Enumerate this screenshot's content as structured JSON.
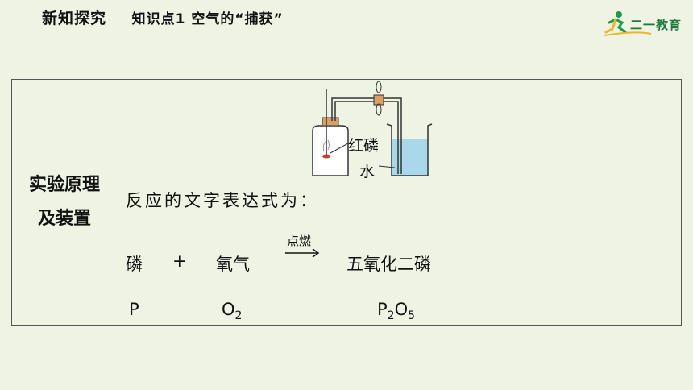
{
  "header": {
    "title": "新知探究",
    "subtitle": "知识点1  空气的“捕获”"
  },
  "logo": {
    "text": "二一教育"
  },
  "table": {
    "row_label_line1": "实验原理",
    "row_label_line2": "及装置",
    "apparatus_labels": {
      "phosphorus": "红磷",
      "water": "水"
    },
    "formula_title": "反应的文字表达式为：",
    "word_equation": {
      "reactant1": "磷",
      "plus": "+",
      "reactant2": "氧气",
      "condition": "点燃",
      "product": "五氧化二磷"
    },
    "symbols": {
      "reactant1": "P",
      "reactant2_base": "O",
      "reactant2_sub": "2",
      "product_p": "P",
      "product_p_sub": "2",
      "product_o": "O",
      "product_o_sub": "5"
    }
  }
}
